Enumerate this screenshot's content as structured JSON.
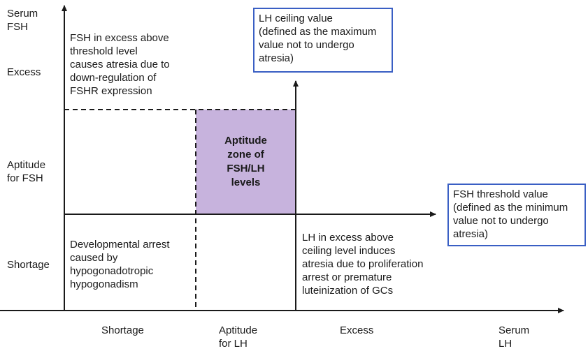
{
  "colors": {
    "axis": "#1a1a1a",
    "zone_fill": "#c7b3dd",
    "box_border": "#3a5fc4"
  },
  "y_axis": {
    "title": "Serum\nFSH",
    "levels": [
      "Excess",
      "Aptitude\nfor FSH",
      "Shortage"
    ]
  },
  "x_axis": {
    "title": "Serum\nLH",
    "levels": [
      "Shortage",
      "Aptitude\nfor LH",
      "Excess"
    ]
  },
  "zone_label": "Aptitude\nzone of\nFSH/LH\nlevels",
  "notes": {
    "fsh_excess": "FSH in excess above\nthreshold level\ncauses atresia due to\ndown-regulation of\nFSHR expression",
    "developmental_arrest": "Developmental arrest\ncaused by\nhypogonadotropic\nhypogonadism",
    "lh_excess": "LH in excess above\nceiling level induces\natresia due to proliferation\narrest or premature\nluteinization of GCs"
  },
  "boxes": {
    "lh_ceiling": "LH ceiling value\n(defined as the maximum\nvalue not to undergo\natresia)",
    "fsh_threshold": "FSH threshold value\n(defined as the minimum\nvalue not to undergo\natresia)"
  }
}
